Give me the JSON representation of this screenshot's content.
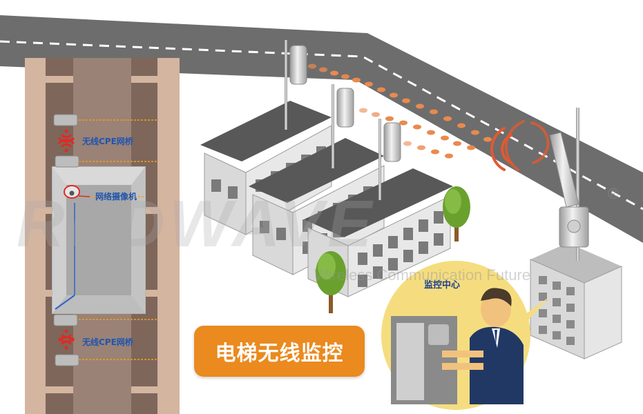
{
  "labels": {
    "cpe_bridge_top": "无线CPE网桥",
    "network_camera": "网络摄像机",
    "cpe_bridge_bottom": "无线CPE网桥",
    "monitor_center": "监控中心",
    "title": "电梯无线监控"
  },
  "watermark": {
    "brand": "REDWAVE",
    "registered": "®",
    "slogan": "Wireless Communication Future"
  },
  "colors": {
    "road": "#6d6d6d",
    "shaft_wall": "#d4b5a0",
    "shaft_core": "#7e665a",
    "signal_dots": "#e98a4e",
    "wifi_red": "#e02a24",
    "badge_orange": "#ea8a1f",
    "circle_yellow": "#f5dd7f",
    "label_blue": "#1f55b0",
    "guide_orange": "#f0a020"
  },
  "icons": [
    "wifi-signal-icon",
    "cpe-bridge-icon",
    "network-camera-icon",
    "antenna-icon",
    "tree-icon",
    "person-icon"
  ]
}
